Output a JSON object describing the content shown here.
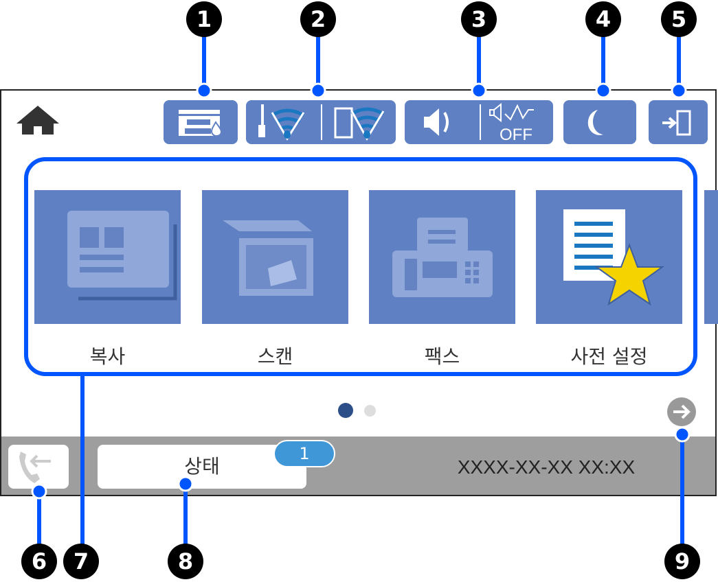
{
  "home": {
    "icon": "home-icon"
  },
  "status_icons": [
    {
      "name": "ink-supply-icon"
    },
    {
      "name": "wifi-router-icon"
    },
    {
      "name": "wifi-direct-icon"
    },
    {
      "name": "speaker-volume-icon"
    },
    {
      "name": "fax-sound-off-icon",
      "text": "OFF"
    },
    {
      "name": "quiet-mode-moon-icon"
    },
    {
      "name": "login-icon"
    }
  ],
  "tiles": [
    {
      "label": "복사",
      "icon": "copy-icon"
    },
    {
      "label": "스캔",
      "icon": "scan-icon"
    },
    {
      "label": "팩스",
      "icon": "fax-icon"
    },
    {
      "label": "사전 설정",
      "icon": "presets-star-icon"
    }
  ],
  "page_dots": {
    "total": 2,
    "current": 1
  },
  "bottom": {
    "status_label": "상태",
    "badge": "1",
    "datetime": "XXXX-XX-XX XX:XX"
  },
  "callouts": [
    "1",
    "2",
    "3",
    "4",
    "5",
    "6",
    "7",
    "8",
    "9"
  ],
  "colors": {
    "tile": "#5f80c3",
    "callout_line": "#0055ff",
    "badge": "#3f97d8",
    "bar": "#9e9e9e"
  }
}
